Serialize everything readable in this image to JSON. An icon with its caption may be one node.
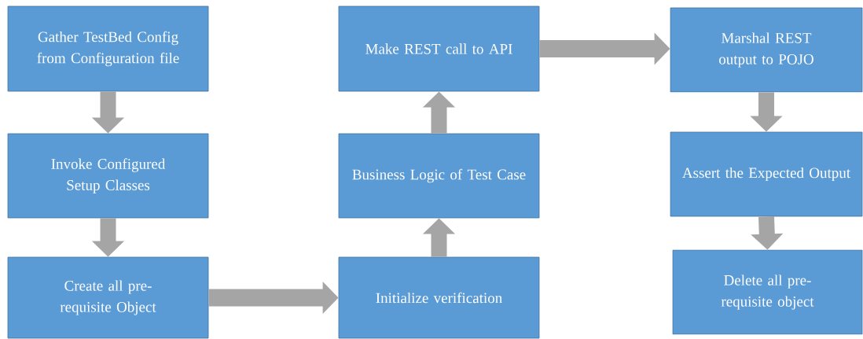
{
  "diagram": {
    "nodes": [
      {
        "text": [
          "Gather TestBed Config from Configuration file"
        ]
      },
      {
        "text": [
          "Invoke Configured Setup Classes"
        ]
      },
      {
        "text": [
          "Create all pre-requisite Object"
        ]
      },
      {
        "text": [
          "Make REST call to API"
        ]
      },
      {
        "text": [
          "Business Logic of Test Case"
        ]
      },
      {
        "text": [
          "Initialize verification"
        ]
      },
      {
        "text": [
          "Marshal REST output to POJO"
        ]
      },
      {
        "text": [
          "Assert the Expected Output"
        ]
      },
      {
        "text": [
          "Delete all pre-requisite object"
        ]
      }
    ],
    "edges": [
      {
        "from": 0,
        "to": 1,
        "arrow": "to"
      },
      {
        "from": 1,
        "to": 2,
        "arrow": "to"
      },
      {
        "from": 2,
        "to": 5,
        "arrow": "to"
      },
      {
        "from": 5,
        "to": 4,
        "arrow": "to"
      },
      {
        "from": 4,
        "to": 3,
        "arrow": "to"
      },
      {
        "from": 3,
        "to": 6,
        "arrow": "to"
      },
      {
        "from": 6,
        "to": 7,
        "arrow": "to"
      },
      {
        "from": 7,
        "to": 8,
        "arrow": "to"
      }
    ]
  }
}
